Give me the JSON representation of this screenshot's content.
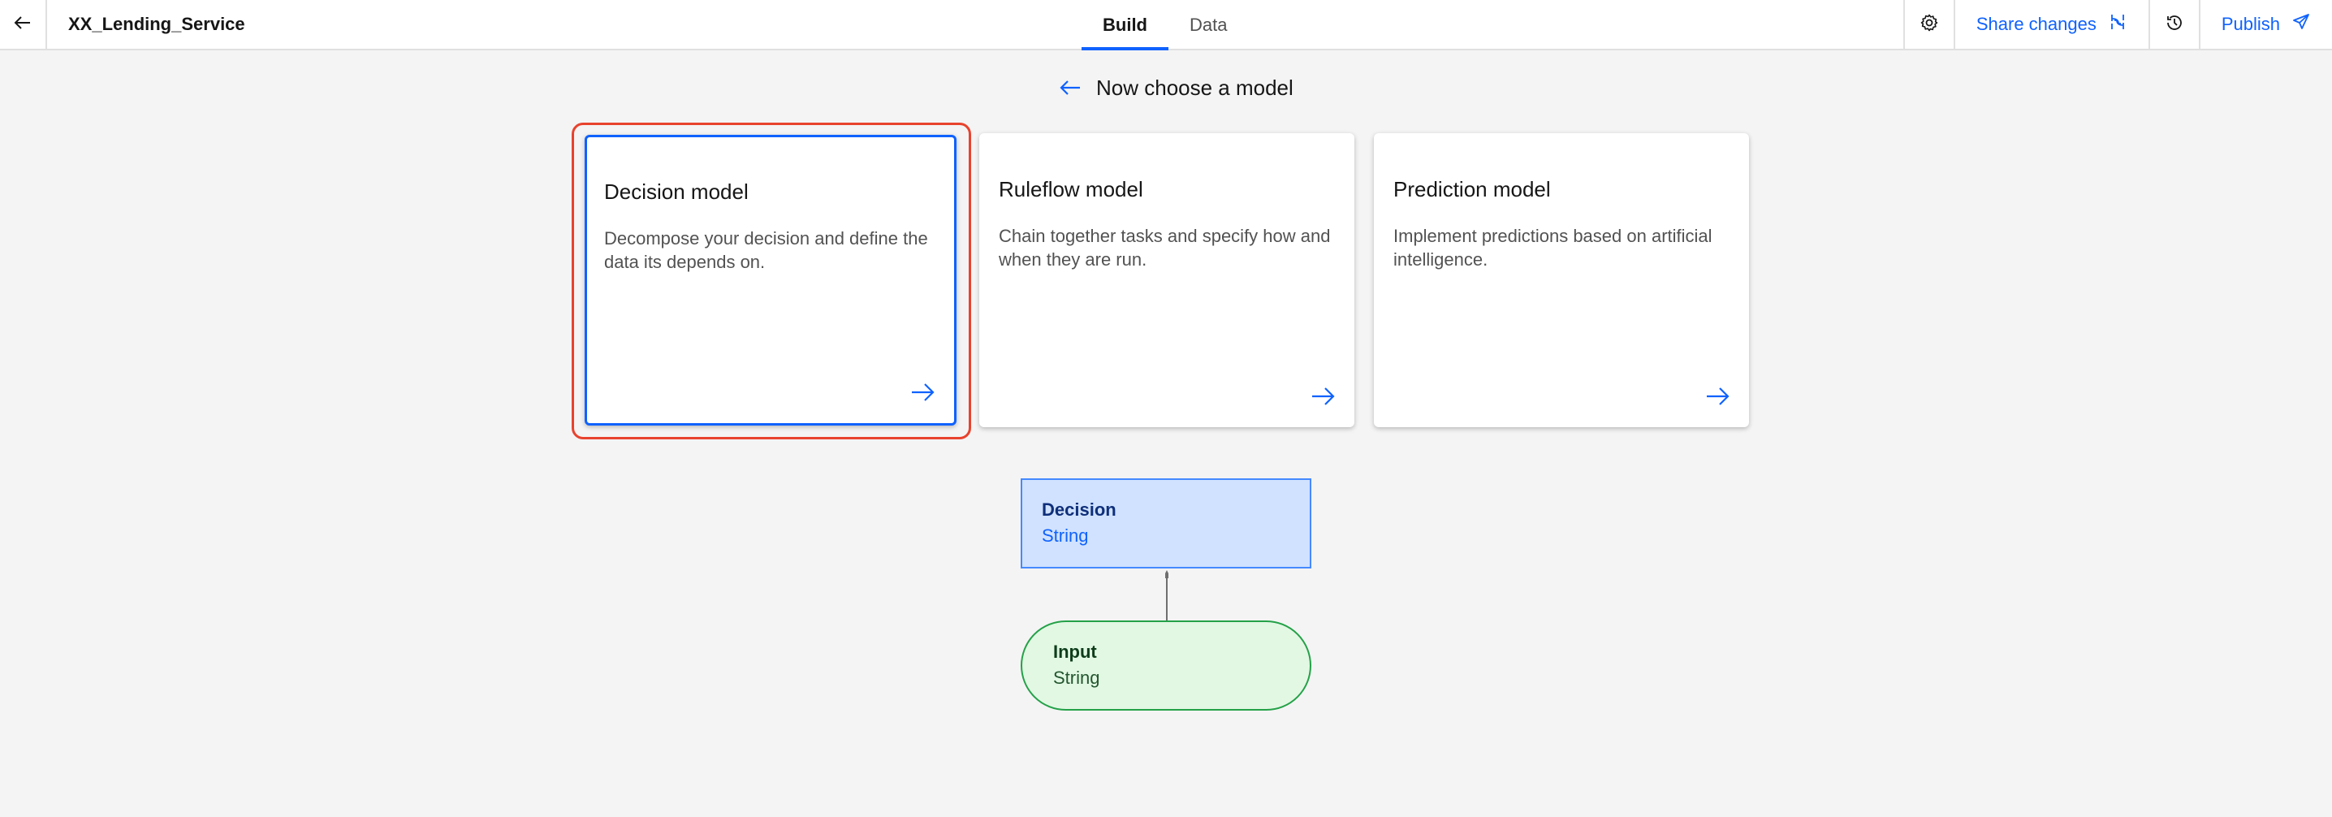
{
  "header": {
    "app_title": "XX_Lending_Service",
    "tabs": [
      {
        "label": "Build",
        "active": true
      },
      {
        "label": "Data",
        "active": false
      }
    ],
    "share_label": "Share changes",
    "publish_label": "Publish",
    "icons": {
      "back": "arrow-left-icon",
      "settings": "gear-icon",
      "share": "share-changes-icon",
      "history": "history-icon",
      "publish": "send-icon"
    }
  },
  "prompt": {
    "title": "Now choose a model",
    "back_icon": "arrow-left-icon"
  },
  "cards": [
    {
      "title": "Decision model",
      "description": "Decompose your decision and define the data its depends on.",
      "selected": true,
      "icon": "arrow-right-icon"
    },
    {
      "title": "Ruleflow model",
      "description": "Chain together tasks and specify how and when they are run.",
      "selected": false,
      "icon": "arrow-right-icon"
    },
    {
      "title": "Prediction model",
      "description": "Implement predictions based on artificial intelligence.",
      "selected": false,
      "icon": "arrow-right-icon"
    }
  ],
  "diagram": {
    "decision_node": {
      "name": "Decision",
      "type": "String"
    },
    "input_node": {
      "name": "Input",
      "type": "String"
    }
  },
  "colors": {
    "accent": "#0f62fe",
    "highlight": "#e8432e",
    "decision_fill": "#d0e2ff",
    "input_fill": "#e2f8e3"
  }
}
